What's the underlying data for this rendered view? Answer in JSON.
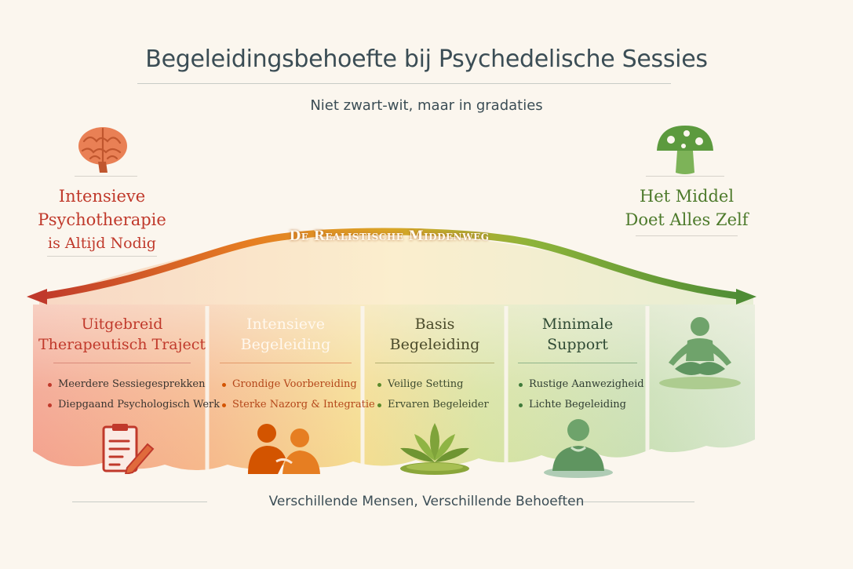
{
  "title": "Begeleidingsbehoefte bij Psychedelische Sessies",
  "subtitle": "Niet zwart-wit, maar in gradaties",
  "left_extreme": {
    "line1": "Intensieve",
    "line2": "Psychotherapie",
    "line3": "is Altijd Nodig",
    "icon": "brain-icon"
  },
  "right_extreme": {
    "line1": "Het Middel",
    "line2": "Doet Alles Zelf",
    "icon": "mushroom-icon"
  },
  "arc_label": "De Realistische Middenweg",
  "columns": [
    {
      "title1": "Uitgebreid",
      "title2": "Therapeutisch Traject",
      "bullets": [
        "Meerdere Sessiegesprekken",
        "Diepgaand Psychologisch Werk"
      ],
      "icon": "clipboard-pencil-icon",
      "color": "#c0392b"
    },
    {
      "title1": "Intensieve",
      "title2": "Begeleiding",
      "bullets": [
        "Grondige Voorbereiding",
        "Sterke Nazorg & Integratie"
      ],
      "icon": "two-people-icon",
      "color": "#d35400"
    },
    {
      "title1": "Basis",
      "title2": "Begeleiding",
      "bullets": [
        "Veilige Setting",
        "Ervaren Begeleider"
      ],
      "icon": "lotus-icon",
      "color": "#4f6a2a"
    },
    {
      "title1": "Minimale",
      "title2": "Support",
      "bullets": [
        "Rustige Aanwezigheid",
        "Lichte Begeleiding"
      ],
      "icon": "person-icon",
      "color": "#2f5a3a"
    }
  ],
  "last_column_icon": "meditating-person-icon",
  "footer": "Verschillende Mensen, Verschillende Behoeften",
  "colors": {
    "red": "#c0392b",
    "orange": "#e67e22",
    "yellow": "#c9a227",
    "green": "#6a9a3a",
    "text": "#3b4d55"
  }
}
